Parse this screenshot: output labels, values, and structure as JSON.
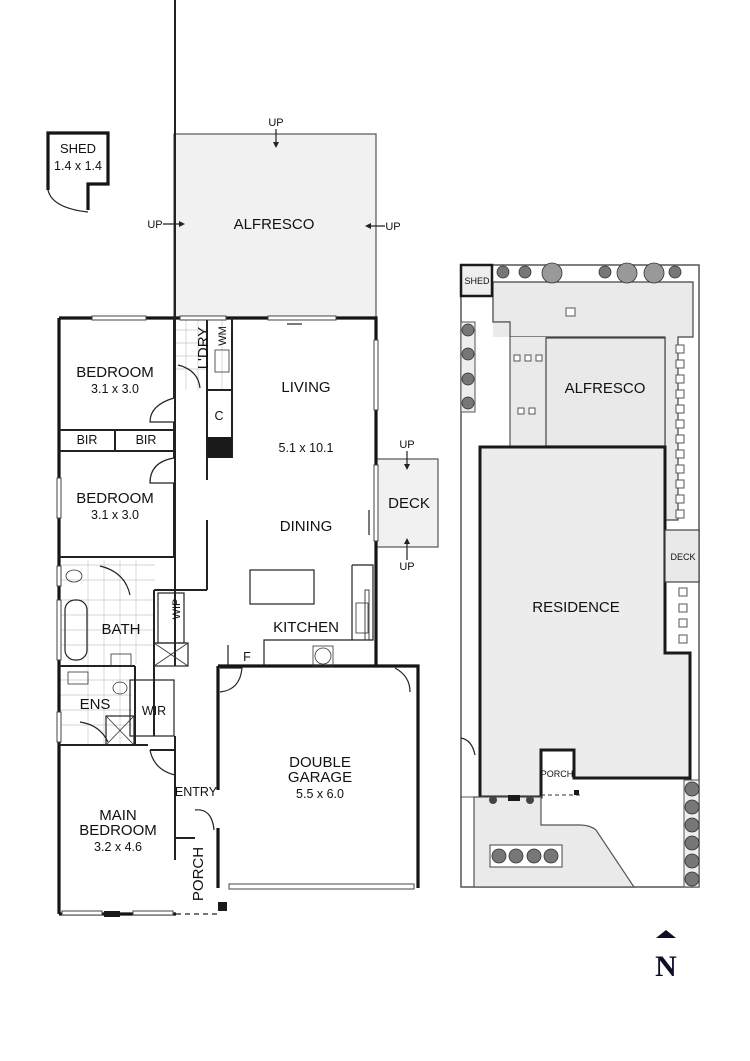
{
  "floorplan": {
    "rooms": {
      "shed": {
        "name": "SHED",
        "dims": "1.4 x 1.4"
      },
      "alfresco": {
        "name": "ALFRESCO"
      },
      "bedroom1": {
        "name": "BEDROOM",
        "dims": "3.1 x 3.0"
      },
      "bedroom2": {
        "name": "BEDROOM",
        "dims": "3.1 x 3.0"
      },
      "bir1": {
        "name": "BIR"
      },
      "bir2": {
        "name": "BIR"
      },
      "laundry": {
        "name": "L'DRY"
      },
      "wm": {
        "name": "WM"
      },
      "cupboard": {
        "name": "C"
      },
      "living": {
        "name": "LIVING",
        "dims": "5.1 x 10.1"
      },
      "dining": {
        "name": "DINING"
      },
      "deck": {
        "name": "DECK"
      },
      "kitchen": {
        "name": "KITCHEN"
      },
      "fridge": {
        "name": "F"
      },
      "wip": {
        "name": "WIP"
      },
      "bath": {
        "name": "BATH"
      },
      "ensuite": {
        "name": "ENS"
      },
      "wir": {
        "name": "WIR"
      },
      "garage": {
        "name_line1": "DOUBLE",
        "name_line2": "GARAGE",
        "dims": "5.5 x 6.0"
      },
      "entry": {
        "name": "ENTRY"
      },
      "main_bedroom": {
        "name_line1": "MAIN",
        "name_line2": "BEDROOM",
        "dims": "3.2 x 4.6"
      },
      "porch": {
        "name": "PORCH"
      }
    },
    "step_labels": {
      "alfresco_top": "UP",
      "alfresco_left": "UP",
      "alfresco_right": "UP",
      "deck_top": "UP",
      "deck_bottom": "UP"
    }
  },
  "siteplan": {
    "labels": {
      "shed": "SHED",
      "alfresco": "ALFRESCO",
      "residence": "RESIDENCE",
      "deck": "DECK",
      "porch": "PORCH"
    }
  },
  "compass": {
    "letter": "N",
    "icon": "north-arrow-icon"
  },
  "colors": {
    "wall": "#151515",
    "paving": "#f1f1f1",
    "site_fill": "#e9e9e9"
  }
}
